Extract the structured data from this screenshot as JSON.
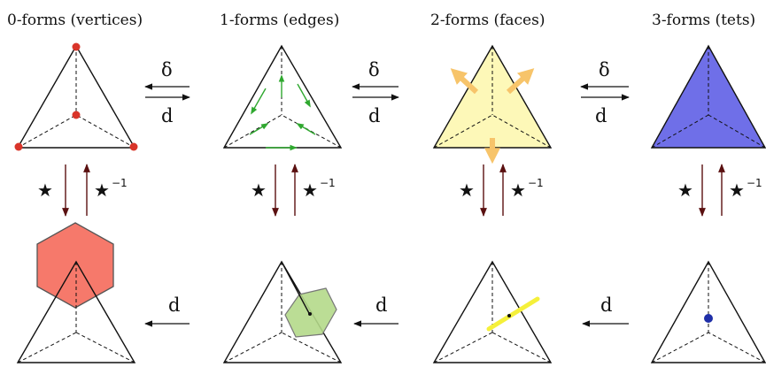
{
  "columns": [
    {
      "title": "0-forms (vertices)"
    },
    {
      "title": "1-forms (edges)"
    },
    {
      "title": "2-forms (faces)"
    },
    {
      "title": "3-forms (tets)"
    }
  ],
  "operators": {
    "codifferential": "δ",
    "exterior_derivative": "d",
    "hodge_star": "★",
    "hodge_star_inverse_base": "★",
    "hodge_star_inverse_exp": "−1"
  },
  "colors": {
    "vertex_dots": "#d9352a",
    "edge_arrows": "#2fa82f",
    "face_fill": "#fdf8b8",
    "face_arrows": "#f7c46a",
    "tet_fill": "#6f6fe8",
    "dual_cell": "#f6796b",
    "dual_face": "#b4d98a",
    "dual_edge": "#f5f03a",
    "dual_vertex": "#1f2fa8",
    "star_arrow": "#5a1010"
  }
}
